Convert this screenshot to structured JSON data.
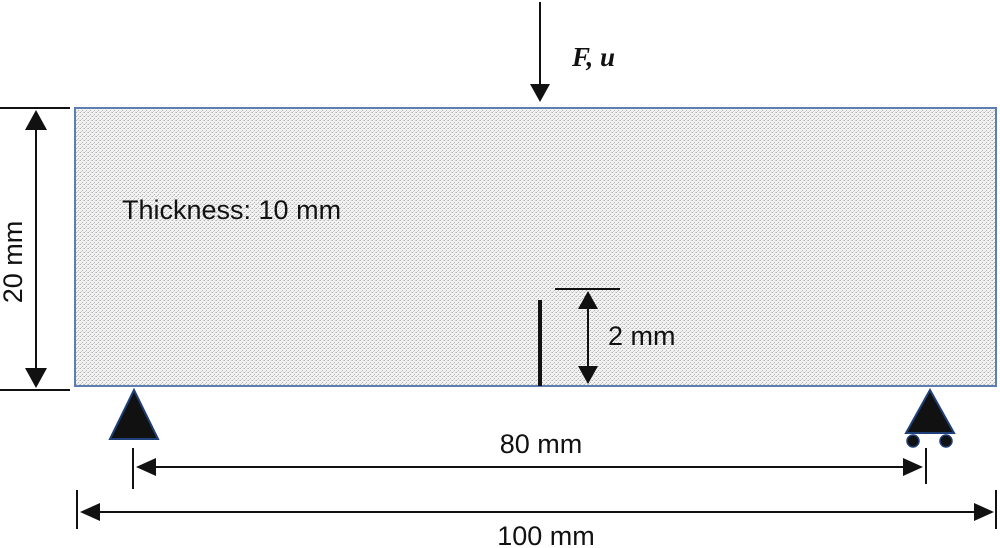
{
  "labels": {
    "load": "F, u",
    "thickness": "Thickness: 10 mm",
    "height": "20 mm",
    "notch_depth": "2 mm",
    "span": "80 mm",
    "length": "100 mm"
  },
  "colors": {
    "stroke": "#111111",
    "beam_border": "#5a7fb0",
    "support_edge": "#1f3f78"
  }
}
